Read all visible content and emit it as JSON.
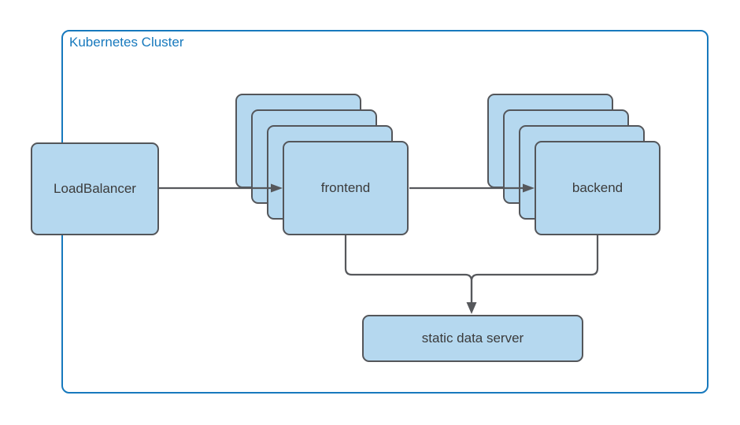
{
  "diagram": {
    "title": "Kubernetes Cluster",
    "cluster": {
      "label": "Kubernetes Cluster",
      "border_color": "#1779bd",
      "label_color": "#1779bd"
    },
    "nodes": {
      "load_balancer": {
        "label": "LoadBalancer",
        "shape": "rounded-rectangle"
      },
      "frontend": {
        "label": "frontend",
        "shape": "stacked-rounded-rectangles",
        "replicas": 4
      },
      "backend": {
        "label": "backend",
        "shape": "stacked-rounded-rectangles",
        "replicas": 4
      },
      "static_data_server": {
        "label": "static data server",
        "shape": "rounded-rectangle"
      }
    },
    "edges": [
      {
        "from": "LoadBalancer",
        "to": "frontend",
        "arrow": "right"
      },
      {
        "from": "frontend",
        "to": "backend",
        "arrow": "right"
      },
      {
        "from": "frontend",
        "to": "static data server",
        "arrow": "down"
      },
      {
        "from": "backend",
        "to": "static data server",
        "arrow": "down"
      }
    ],
    "colors": {
      "node_fill": "#b5d8ef",
      "node_border": "#54565a",
      "edge_color": "#56585c",
      "text_color": "#3b3b3b",
      "background": "#ffffff"
    }
  }
}
